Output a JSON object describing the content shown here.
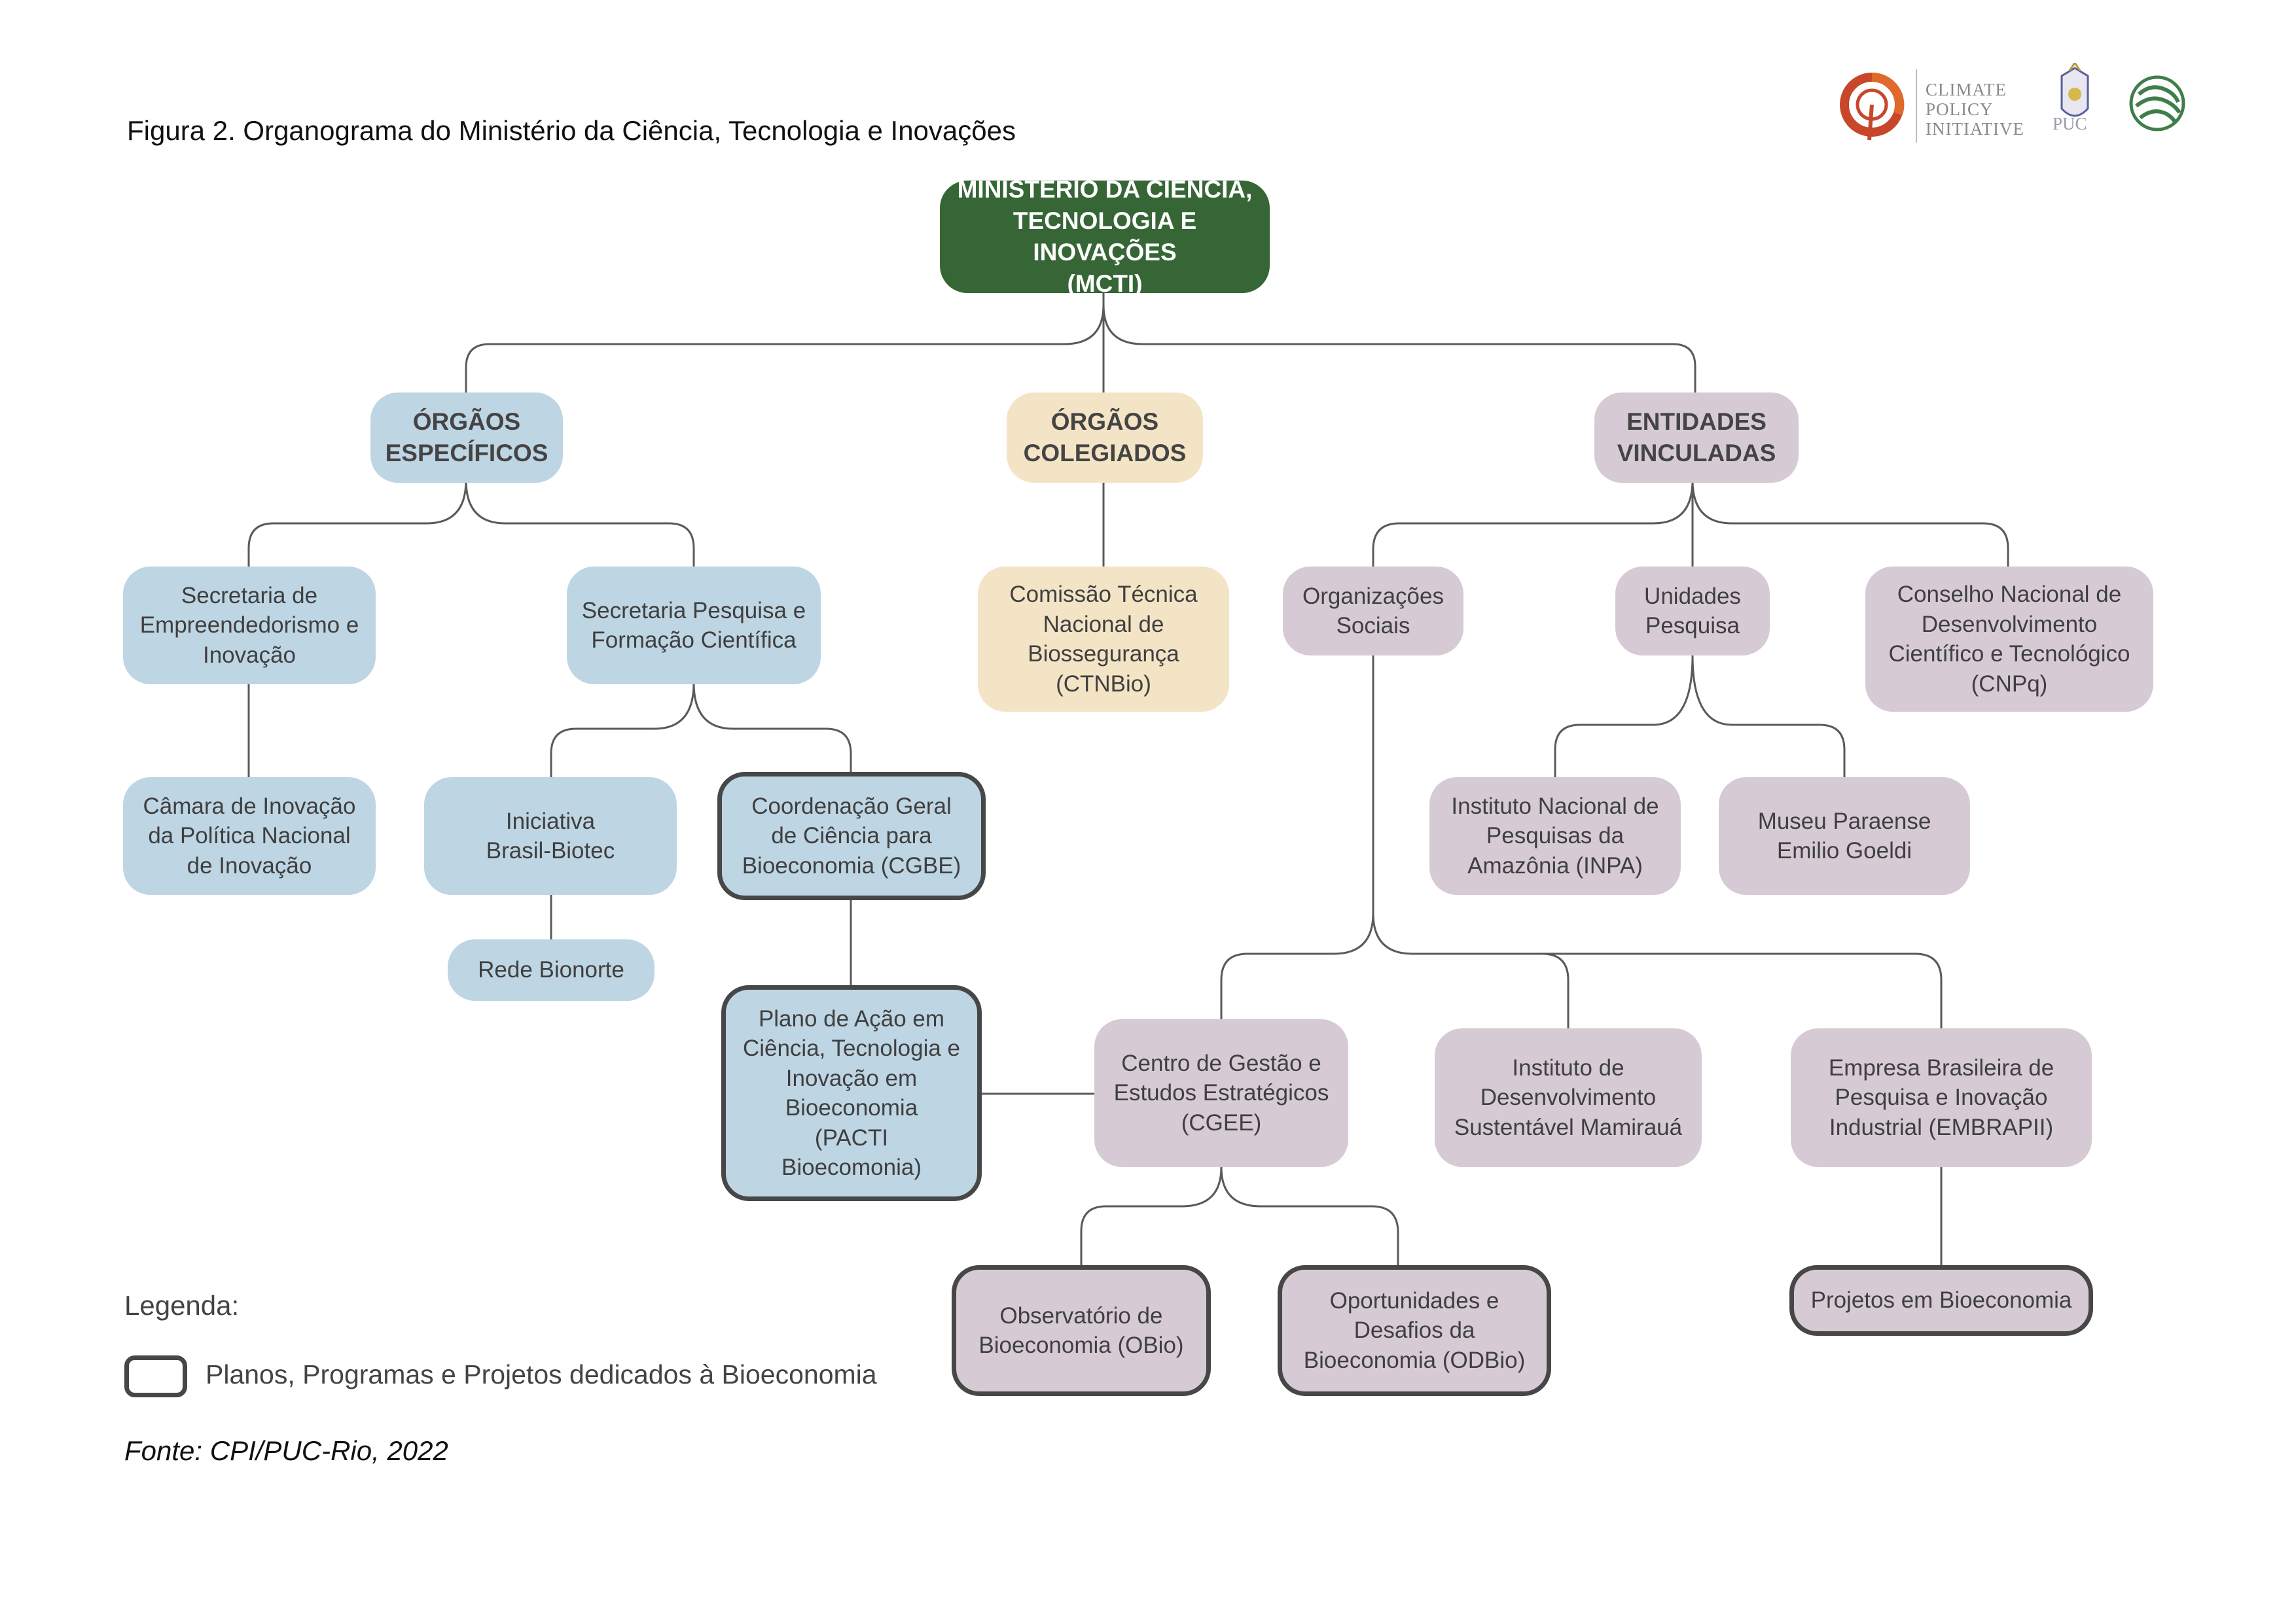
{
  "figure_title": "Figura 2. Organograma do Ministério da Ciência, Tecnologia e Inovações",
  "logos": {
    "cpi_lines": [
      "CLIMATE",
      "POLICY",
      "INITIATIVE"
    ],
    "puc": "PUC"
  },
  "nodes": {
    "mcti": "MINISTÉRIO DA CIÊNCIA,\nTECNOLOGIA E INOVAÇÕES\n(MCTI)",
    "orgaos_especificos": "ÓRGÃOS\nESPECÍFICOS",
    "orgaos_colegiados": "ÓRGÃOS\nCOLEGIADOS",
    "entidades_vinculadas": "ENTIDADES\nVINCULADAS",
    "sec_empreendedorismo": "Secretaria de\nEmpreendedorismo e\nInovação",
    "sec_pesquisa": "Secretaria Pesquisa e\nFormação Científica",
    "ctnbio": "Comissão Técnica\nNacional de\nBiossegurança\n(CTNBio)",
    "org_sociais": "Organizações\nSociais",
    "unidades_pesquisa": "Unidades\nPesquisa",
    "cnpq": "Conselho Nacional de\nDesenvolvimento\nCientífico e Tecnológico\n(CNPq)",
    "camara_inovacao": "Câmara de Inovação\nda Política Nacional\nde Inovação",
    "iniciativa_brasil_biotec": "Iniciativa\nBrasil-Biotec",
    "cgbe": "Coordenação Geral\nde Ciência para\nBioeconomia (CGBE)",
    "inpa": "Instituto Nacional de\nPesquisas da\nAmazônia (INPA)",
    "museu_goeldi": "Museu Paraense\nEmilio Goeldi",
    "rede_bionorte": "Rede Bionorte",
    "pacti": "Plano de Ação em\nCiência, Tecnologia e\nInovação em\nBioeconomia\n(PACTI\nBioecomonia)",
    "cgee": "Centro de Gestão e\nEstudos Estratégicos\n(CGEE)",
    "mamiraua": "Instituto de\nDesenvolvimento\nSustentável Mamirauá",
    "embrapii": "Empresa Brasileira de\nPesquisa e Inovação\nIndustrial (EMBRAPII)",
    "obio": "Observatório de\nBioeconomia (OBio)",
    "odbio": "Oportunidades e\nDesafios da\nBioeconomia (ODBio)",
    "projetos_bioeconomia": "Projetos em Bioeconomia"
  },
  "legend": {
    "title": "Legenda:",
    "item": "Planos, Programas e Projetos dedicados à Bioeconomia"
  },
  "source": "Fonte: CPI/PUC-Rio, 2022",
  "colors": {
    "root": "#366636",
    "blue": "#bed5e3",
    "beige": "#f4e4c6",
    "mauve": "#d6cbd4",
    "highlight_border": "#474747",
    "connector": "#5a5a5a"
  }
}
